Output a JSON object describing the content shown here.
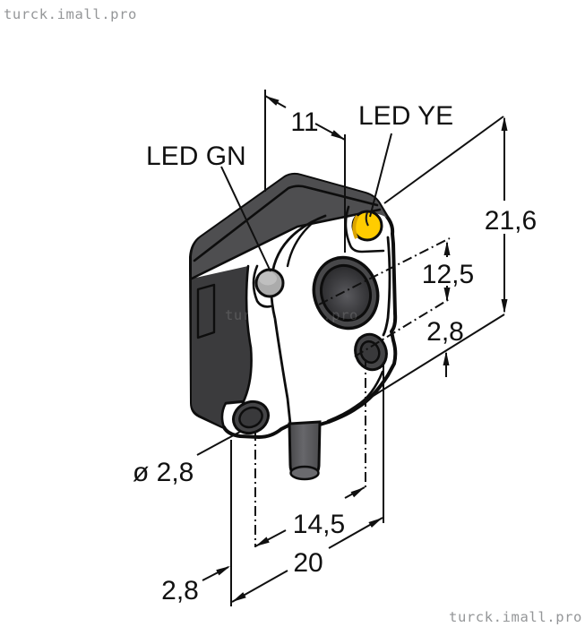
{
  "watermarks": {
    "top_left": "turck.imall.pro",
    "center": "turck.imall.pro",
    "bottom_right": "turck.imall.pro"
  },
  "labels": {
    "led_green": "LED GN",
    "led_yellow": "LED YE"
  },
  "dimensions": {
    "top_width": "11",
    "total_height": "21,6",
    "lens_to_hole_center": "12,5",
    "hole_center_to_bottom": "2,8",
    "hole_diameter": "ø 2,8",
    "hole_spacing": "14,5",
    "body_width": "20",
    "edge_to_hole_center": "2,8"
  },
  "colors": {
    "body_gray": "#424244",
    "top_face_gray": "#4E4E50",
    "left_face_gray": "#3B3B3D",
    "led_yellow": "#FFCC00",
    "indicator_gray": "#ABABAB",
    "cable_gray": "#5A5A5C",
    "annotation_black": "#101010",
    "watermark_gray": "#949698"
  }
}
